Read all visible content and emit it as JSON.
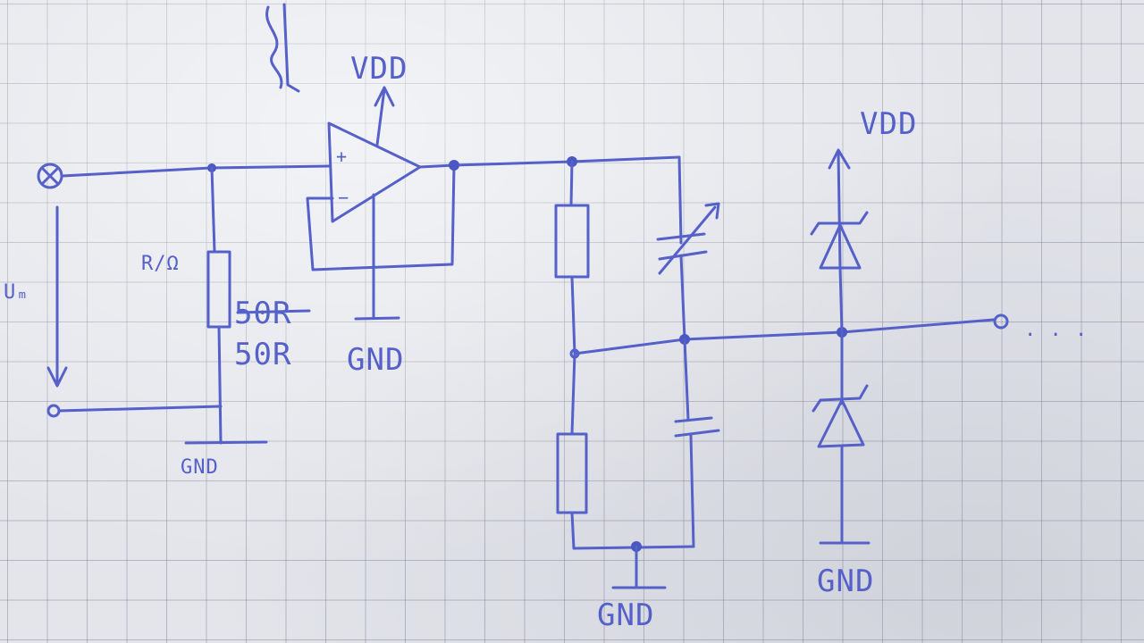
{
  "labels": {
    "vdd_opamp": "VDD",
    "vdd_zener": "VDD",
    "gnd_input": "GND",
    "gnd_opamp": "GND",
    "gnd_divider": "GND",
    "gnd_zener": "GND",
    "um": "Uₘ",
    "r_label": "R/Ω",
    "r_value_struck": "50R",
    "r_value": "50R",
    "opamp_plus": "+",
    "opamp_minus": "−",
    "output_dots": ". . ."
  },
  "colors": {
    "ink": "#5561c9",
    "paper": "#e3e5eb"
  }
}
